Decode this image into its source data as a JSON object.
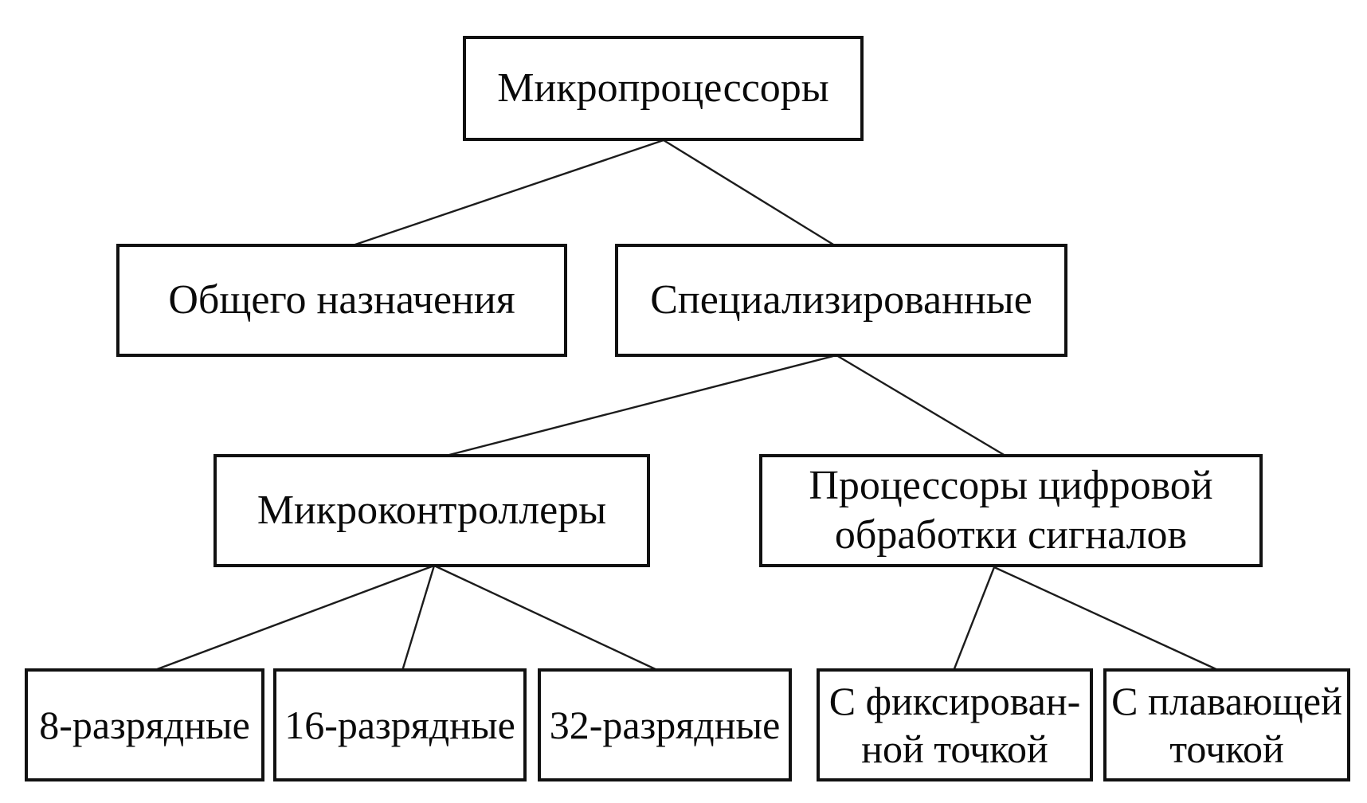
{
  "diagram": {
    "background_color": "#ffffff",
    "box_border_color": "#111111",
    "line_color": "#1c1c1c",
    "text_color": "#0a0a0a",
    "nodes": {
      "root": {
        "label": "Микропроцессоры"
      },
      "general": {
        "label": "Общего назначения"
      },
      "specialized": {
        "label": "Специализированные"
      },
      "mcu": {
        "label": "Микроконтроллеры"
      },
      "dsp": {
        "line1": "Процессоры цифровой",
        "line2": "обработки сигналов"
      },
      "bit8": {
        "label": "8-разрядные"
      },
      "bit16": {
        "label": "16-разрядные"
      },
      "bit32": {
        "label": "32-разрядные"
      },
      "fixed_point": {
        "line1": "С фиксирован-",
        "line2": "ной точкой"
      },
      "floating_point": {
        "line1": "С плавающей",
        "line2": "точкой"
      }
    },
    "edges": [
      {
        "from": "root",
        "to": "general"
      },
      {
        "from": "root",
        "to": "specialized"
      },
      {
        "from": "specialized",
        "to": "mcu"
      },
      {
        "from": "specialized",
        "to": "dsp"
      },
      {
        "from": "mcu",
        "to": "bit8"
      },
      {
        "from": "mcu",
        "to": "bit16"
      },
      {
        "from": "mcu",
        "to": "bit32"
      },
      {
        "from": "dsp",
        "to": "fixed_point"
      },
      {
        "from": "dsp",
        "to": "floating_point"
      }
    ]
  }
}
